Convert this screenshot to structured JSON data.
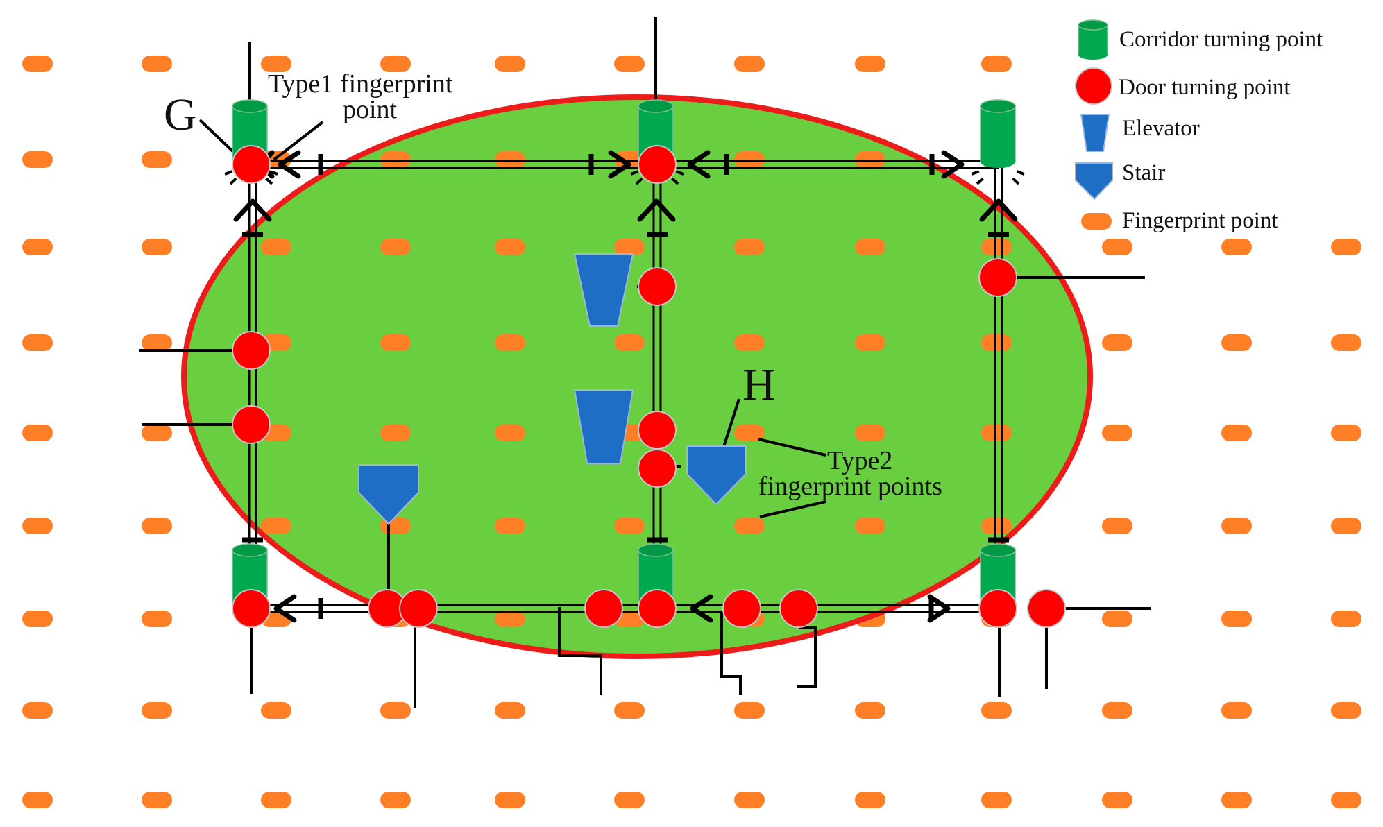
{
  "colors": {
    "fingerprint": "#FF7F27",
    "door": "#FF0000",
    "corridor": "#00A84F",
    "elevator": "#1F6EC5",
    "stair": "#1F6EC5",
    "ellipse_fill": "#6ACF40",
    "ellipse_stroke": "#EE1B1B",
    "line": "#000000"
  },
  "legend": {
    "items": [
      {
        "icon": "cylinder-icon",
        "label": "Corridor turning point"
      },
      {
        "icon": "red-circle-icon",
        "label": "Door turning point"
      },
      {
        "icon": "trapezoid-icon",
        "label": "Elevator"
      },
      {
        "icon": "pentagon-icon",
        "label": "Stair"
      },
      {
        "icon": "orange-pill-icon",
        "label": "Fingerprint point"
      }
    ]
  },
  "labels": {
    "g": "G",
    "h": "H",
    "type1_line1": "Type1 fingerprint",
    "type1_line2": "point",
    "type2_line1": "Type2",
    "type2_line2": "fingerprint points"
  }
}
